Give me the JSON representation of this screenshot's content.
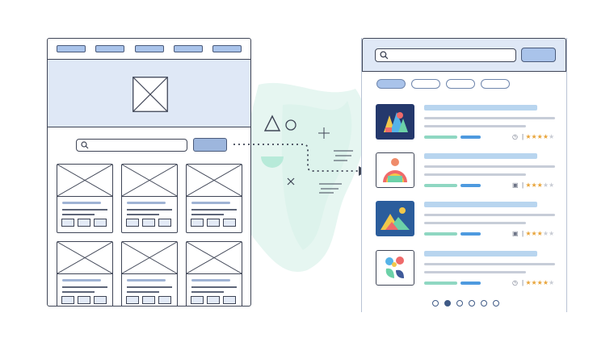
{
  "colors": {
    "outline": "#3f4556",
    "light_blue": "#dfe8f6",
    "accent_blue": "#a9c3ea",
    "mint": "#c8eee2",
    "star": "#e8a43a"
  },
  "wireframe": {
    "nav_items": 5,
    "card_rows": 2,
    "card_columns": 3
  },
  "ui": {
    "filter_chips": 4,
    "result_rows": [
      {
        "thumb_icon": "abstract-shapes-icon",
        "meta_icon": "clock-icon",
        "rating": 4
      },
      {
        "thumb_icon": "person-rainbow-icon",
        "meta_icon": "calendar-icon",
        "rating": 3
      },
      {
        "thumb_icon": "mountain-landscape-icon",
        "meta_icon": "calendar-icon",
        "rating": 3
      },
      {
        "thumb_icon": "flower-shapes-icon",
        "meta_icon": "clock-icon",
        "rating": 4
      }
    ],
    "pagination": {
      "dots": 6,
      "active_index": 1
    }
  },
  "transition": {
    "arrow_icon": "dotted-arrow-icon"
  }
}
